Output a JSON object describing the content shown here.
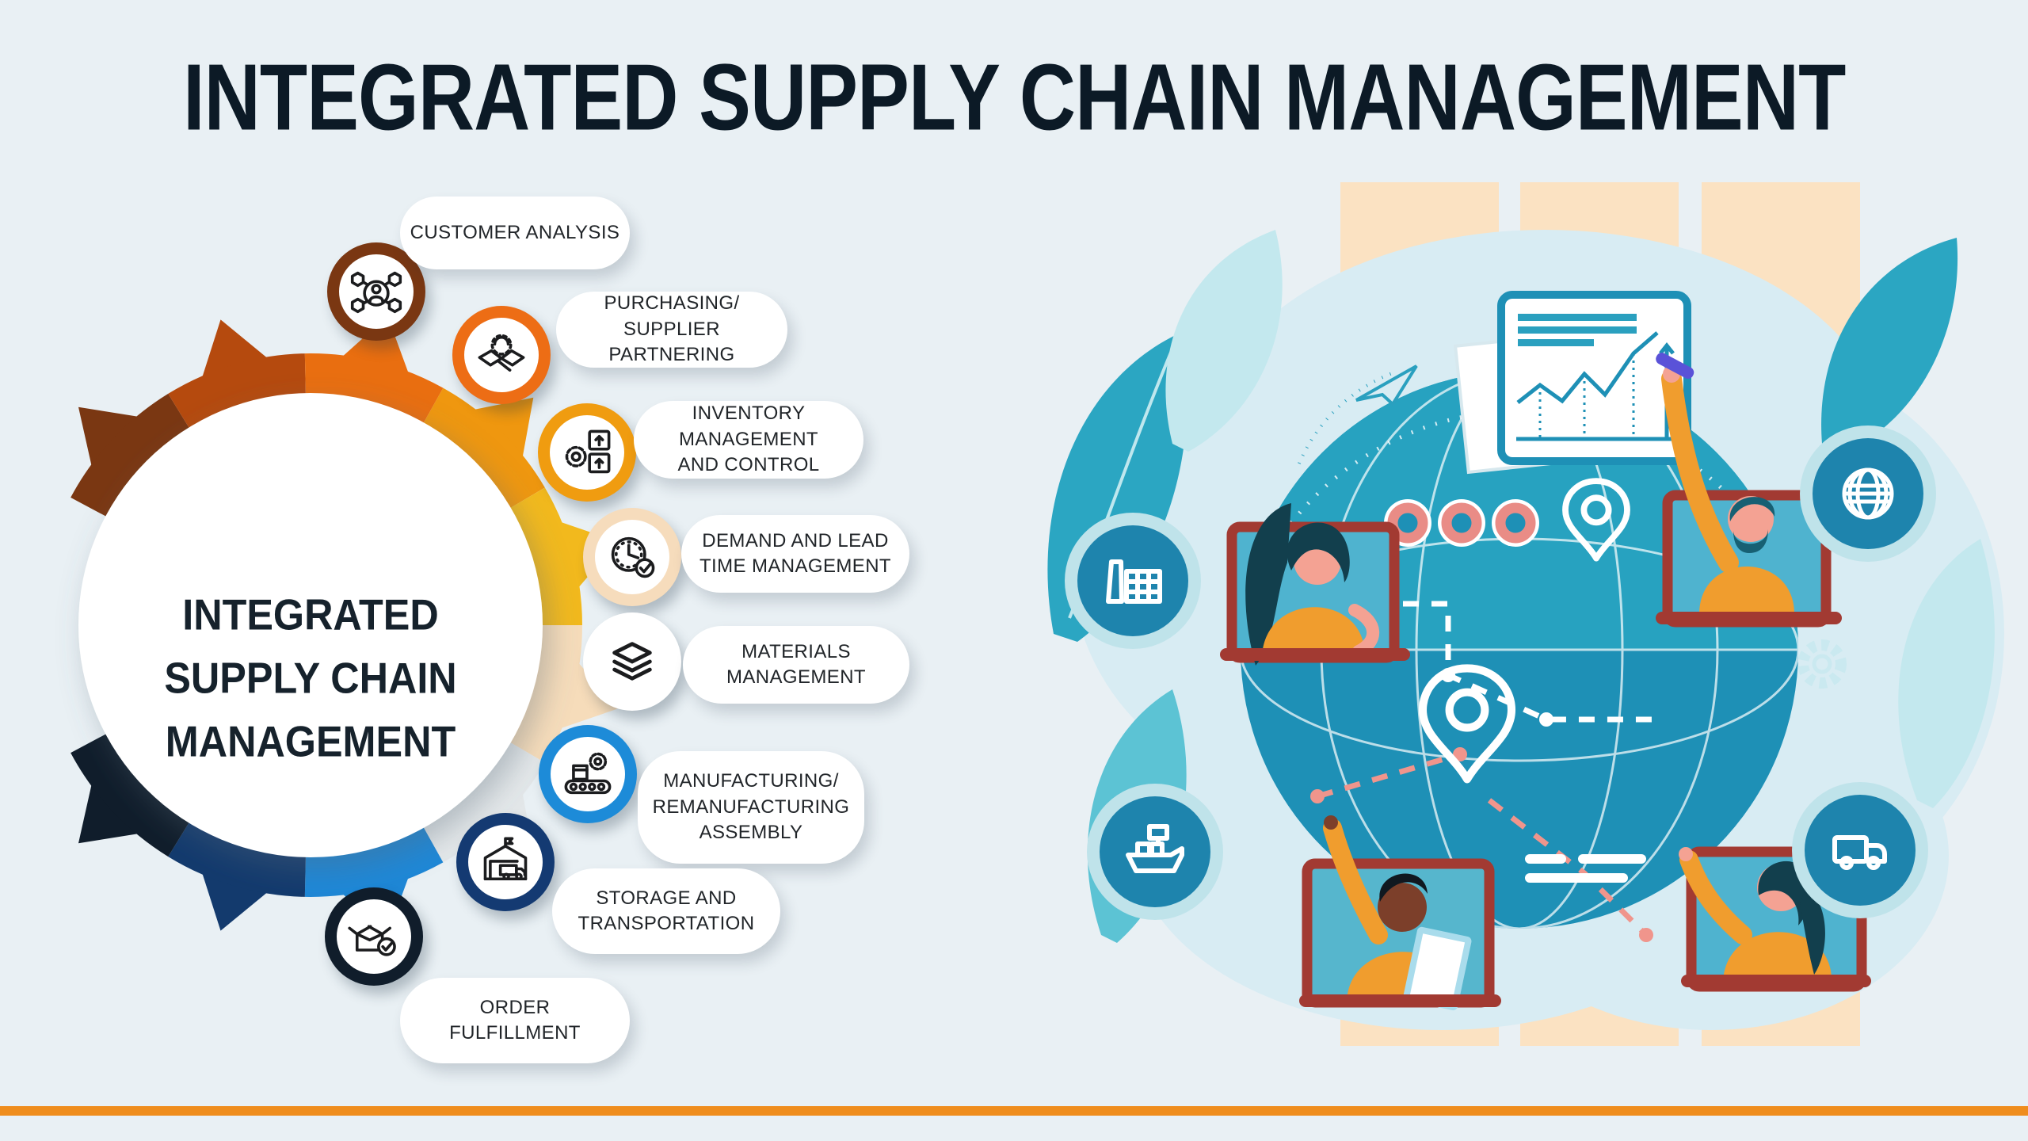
{
  "title": "INTEGRATED SUPPLY CHAIN MANAGEMENT",
  "center": {
    "label": "INTEGRATED\nSUPPLY CHAIN\nMANAGEMENT"
  },
  "steps": [
    {
      "id": "customer-analysis",
      "label": "CUSTOMER ANALYSIS",
      "ring_color": "#7a3712",
      "icon": "customer-network-icon"
    },
    {
      "id": "purchasing-supplier-partnering",
      "label": "PURCHASING/ SUPPLIER\nPARTNERING",
      "ring_color": "#ed6d15",
      "icon": "handshake-gear-icon"
    },
    {
      "id": "inventory-management-and-control",
      "label": "INVENTORY MANAGEMENT\nAND CONTROL",
      "ring_color": "#f09c10",
      "icon": "gear-boxes-icon"
    },
    {
      "id": "demand-and-lead-time-management",
      "label": "DEMAND AND LEAD\nTIME MANAGEMENT",
      "ring_color": "#f6dcbc",
      "icon": "clock-check-icon"
    },
    {
      "id": "materials-management",
      "label": "MATERIALS\nMANAGEMENT",
      "ring_color": "#ffffff",
      "icon": "layers-icon"
    },
    {
      "id": "manufacturing-remanufacturing-assembly",
      "label": "MANUFACTURING/\nREMANUFACTURING\nASSEMBLY",
      "ring_color": "#1d8bd8",
      "icon": "conveyor-icon"
    },
    {
      "id": "storage-and-transportation",
      "label": "STORAGE AND\nTRANSPORTATION",
      "ring_color": "#143a72",
      "icon": "warehouse-truck-icon"
    },
    {
      "id": "order-fulfillment",
      "label": "ORDER\nFULFILLMENT",
      "ring_color": "#101d2b",
      "icon": "open-box-check-icon"
    }
  ],
  "ring_segments": [
    "#7a3712",
    "#b54a0e",
    "#e96e10",
    "#ef970f",
    "#f2b91d",
    "#f6dcba",
    "#e3e7e9",
    "#1e87d6",
    "#133a6d",
    "#101d2b"
  ],
  "colors": {
    "background": "#e9f0f4",
    "title_text": "#0c1a26",
    "pill_text": "#212529",
    "accent_rule": "#ef8d1d",
    "stripe": "#fbe2c2"
  }
}
